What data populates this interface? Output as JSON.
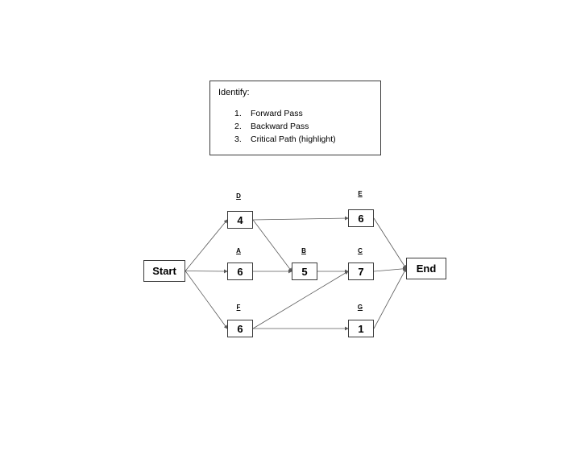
{
  "instructions": {
    "title": "Identify:",
    "items": [
      {
        "num": "1.",
        "text": "Forward Pass"
      },
      {
        "num": "2.",
        "text": "Backward Pass"
      },
      {
        "num": "3.",
        "text": "Critical Path (highlight)"
      }
    ]
  },
  "network": {
    "start_label": "Start",
    "end_label": "End",
    "tasks": {
      "D": {
        "name": "D",
        "duration": "4"
      },
      "A": {
        "name": "A",
        "duration": "6"
      },
      "F": {
        "name": "F",
        "duration": "6"
      },
      "B": {
        "name": "B",
        "duration": "5"
      },
      "E": {
        "name": "E",
        "duration": "6"
      },
      "C": {
        "name": "C",
        "duration": "7"
      },
      "G": {
        "name": "G",
        "duration": "1"
      }
    },
    "edges": [
      [
        "start",
        "D"
      ],
      [
        "start",
        "A"
      ],
      [
        "start",
        "F"
      ],
      [
        "D",
        "E"
      ],
      [
        "D",
        "B"
      ],
      [
        "A",
        "B"
      ],
      [
        "B",
        "C"
      ],
      [
        "F",
        "C"
      ],
      [
        "F",
        "G"
      ],
      [
        "E",
        "end"
      ],
      [
        "C",
        "end"
      ],
      [
        "G",
        "end"
      ]
    ]
  },
  "colors": {
    "line": "#5a5a5a",
    "border": "#3a3a3a"
  }
}
